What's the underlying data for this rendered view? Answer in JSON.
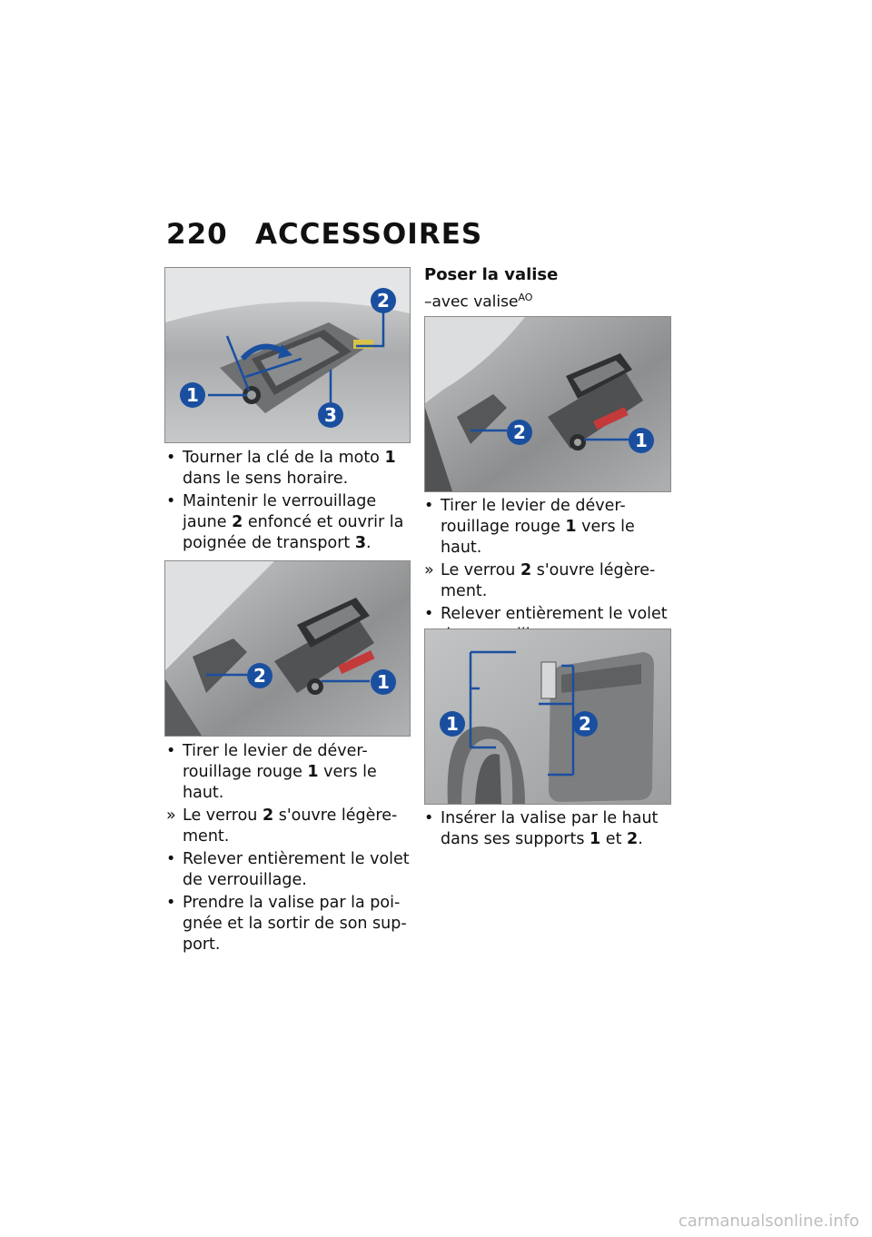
{
  "header": {
    "page_number": "220",
    "title": "ACCESSOIRES"
  },
  "figures": {
    "fig1": {
      "callouts": [
        "1",
        "2",
        "3"
      ]
    },
    "fig2": {
      "callouts": [
        "2",
        "1"
      ]
    },
    "fig3": {
      "callouts": [
        "2",
        "1"
      ]
    },
    "fig4": {
      "callouts": [
        "1",
        "2"
      ]
    }
  },
  "left_col": {
    "list1": [
      {
        "bullet": "•",
        "pre": "Tourner la clé de la moto ",
        "bold": "1",
        "post": " dans le sens horaire."
      },
      {
        "bullet": "•",
        "pre": "Maintenir le verrouillage jaune ",
        "bold": "2",
        "post": " enfoncé et ouvrir la poignée de transport ",
        "bold2": "3",
        "post2": "."
      }
    ],
    "list2": [
      {
        "bullet": "•",
        "pre": "Tirer le levier de déver-rouillage rouge ",
        "bold": "1",
        "post": " vers le haut."
      },
      {
        "bullet": "»",
        "pre": "Le verrou ",
        "bold": "2",
        "post": " s'ouvre légère-ment."
      },
      {
        "bullet": "•",
        "pre": "Relever entièrement le volet de verrouillage.",
        "bold": "",
        "post": ""
      },
      {
        "bullet": "•",
        "pre": "Prendre la valise par la poi-gnée et la sortir de son sup-port.",
        "bold": "",
        "post": ""
      }
    ]
  },
  "right_col": {
    "section_title": "Poser la valise",
    "subtitle": "–avec valise",
    "subtitle_sup": "AO",
    "list1": [
      {
        "bullet": "•",
        "pre": "Tirer le levier de déver-rouillage rouge ",
        "bold": "1",
        "post": " vers le haut."
      },
      {
        "bullet": "»",
        "pre": "Le verrou ",
        "bold": "2",
        "post": " s'ouvre légère-ment."
      },
      {
        "bullet": "•",
        "pre": "Relever entièrement le volet de verrouillage.",
        "bold": "",
        "post": ""
      }
    ],
    "list2": [
      {
        "bullet": "•",
        "pre": "Insérer la valise par le haut dans ses supports ",
        "bold": "1",
        "post": " et ",
        "bold2": "2",
        "post2": "."
      }
    ]
  },
  "watermark": "carmanualsonline.info",
  "colors": {
    "callout": "#1a4fa0"
  }
}
